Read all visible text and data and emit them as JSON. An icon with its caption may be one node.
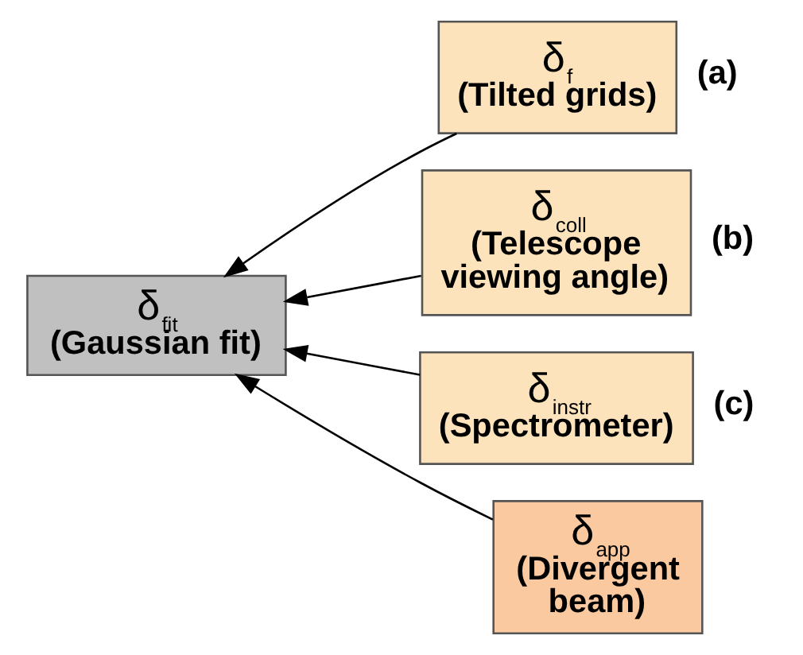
{
  "diagram": {
    "nodes": [
      {
        "text": [
          "δ$_{fit}$",
          "(Gaussian fit)"
        ]
      },
      {
        "text": [
          "δ$_{f}$",
          "(Tilted grids)"
        ],
        "beside": [
          "(a)"
        ]
      },
      {
        "text": [
          "δ$_{coll}$",
          "(Telescope viewing angle)"
        ],
        "beside": [
          "(b)"
        ]
      },
      {
        "text": [
          "δ$_{instr}$",
          "(Spectrometer)"
        ],
        "beside": [
          "(c)"
        ]
      },
      {
        "text": [
          "δ$_{app}$",
          "(Divergent beam)"
        ]
      }
    ],
    "edges": [
      {
        "from": 1,
        "to": 0,
        "arrow": "to"
      },
      {
        "from": 2,
        "to": 0,
        "arrow": "to"
      },
      {
        "from": 3,
        "to": 0,
        "arrow": "to"
      },
      {
        "from": 4,
        "to": 0,
        "arrow": "to"
      }
    ]
  }
}
